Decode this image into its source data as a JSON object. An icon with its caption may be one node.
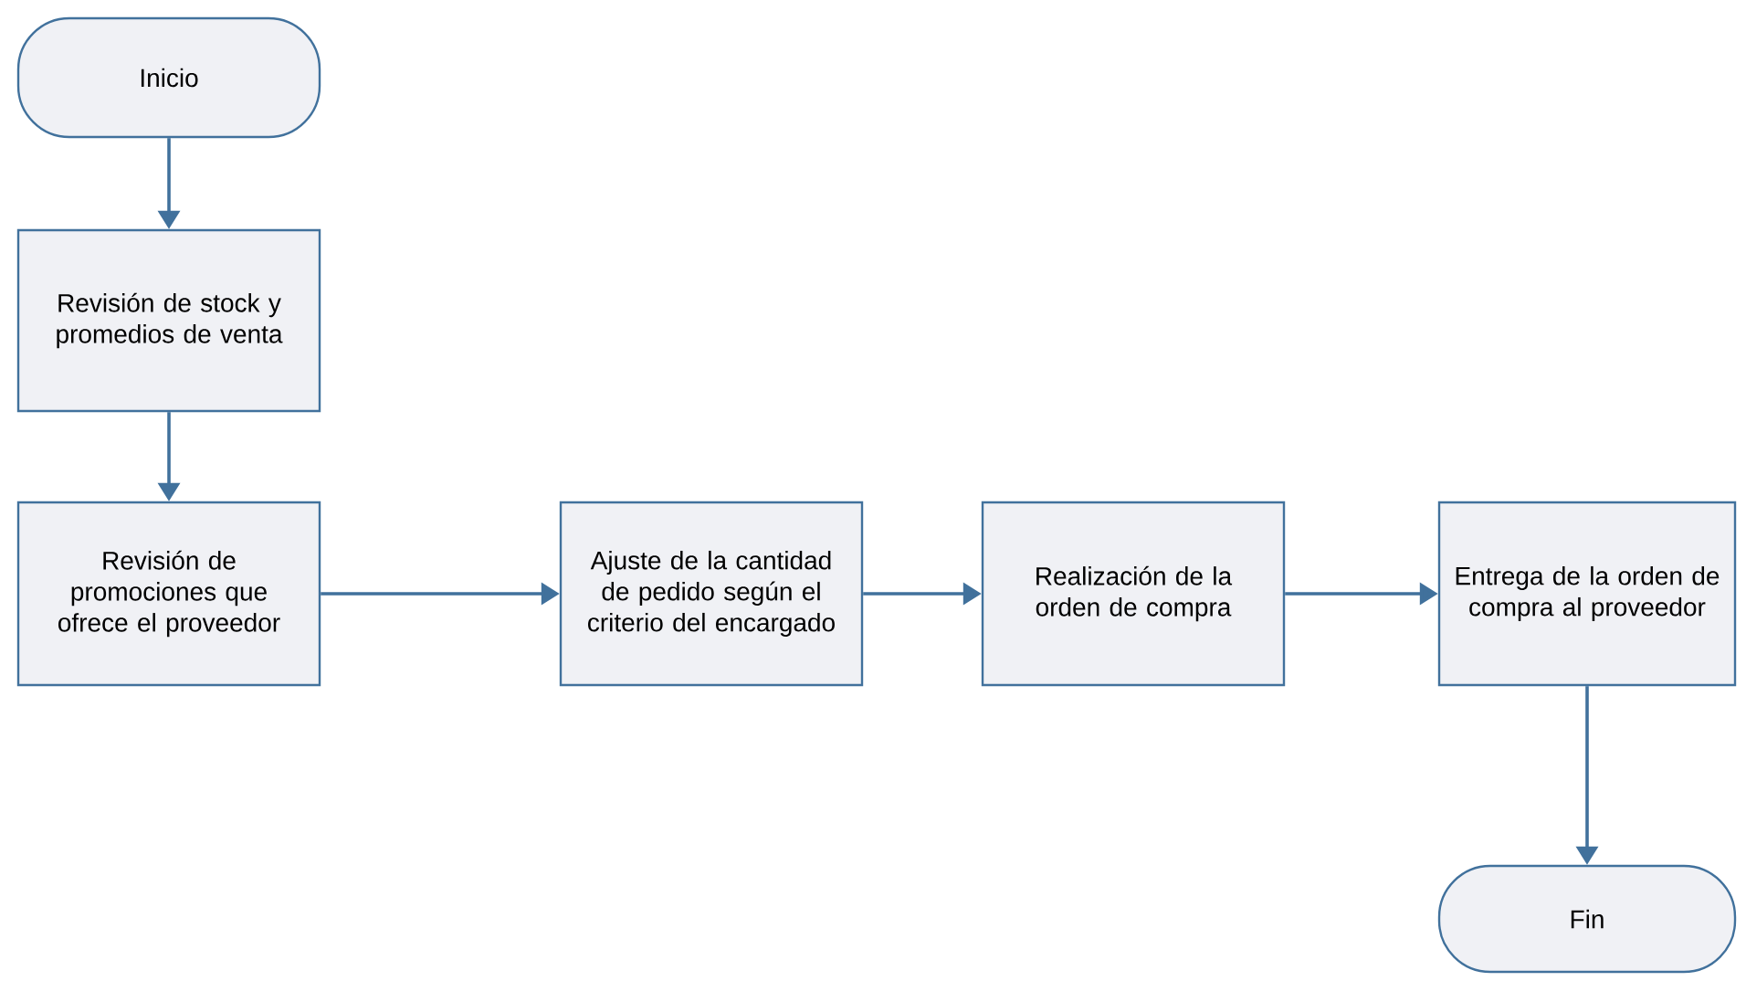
{
  "diagram": {
    "nodes": [
      {
        "text": [
          "Inicio"
        ]
      },
      {
        "text": [
          "Revisión de stock y promedios de venta"
        ]
      },
      {
        "text": [
          "Revisión de promociones que ofrece el proveedor"
        ]
      },
      {
        "text": [
          "Ajuste de la cantidad de pedido según el criterio del encargado"
        ]
      },
      {
        "text": [
          "Realización de la orden de compra"
        ]
      },
      {
        "text": [
          "Entrega de la orden de compra al proveedor"
        ]
      },
      {
        "text": [
          "Fin"
        ]
      }
    ],
    "edges": [
      {
        "from": 0,
        "to": 1,
        "arrow": "to"
      },
      {
        "from": 1,
        "to": 2,
        "arrow": "to"
      },
      {
        "from": 2,
        "to": 3,
        "arrow": "to"
      },
      {
        "from": 3,
        "to": 4,
        "arrow": "to"
      },
      {
        "from": 4,
        "to": 5,
        "arrow": "to"
      },
      {
        "from": 5,
        "to": 6,
        "arrow": "to"
      }
    ]
  }
}
